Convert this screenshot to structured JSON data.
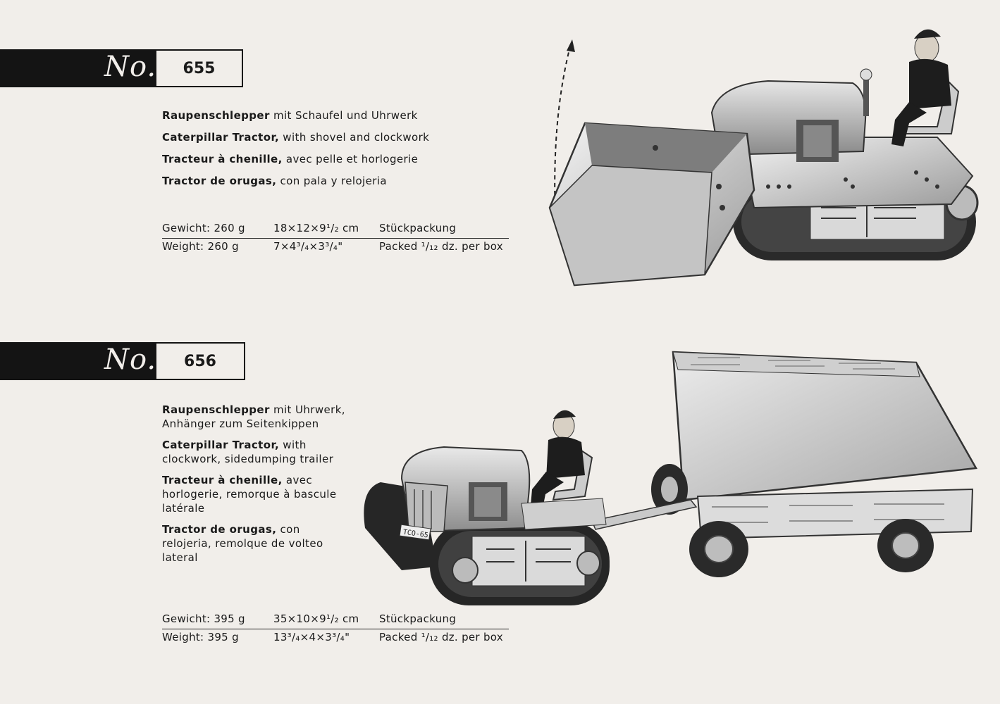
{
  "products": [
    {
      "no_label": "No.",
      "number": "655",
      "descriptions": [
        {
          "bold": "Raupenschlepper",
          "rest": " mit Schaufel und Uhrwerk"
        },
        {
          "bold": "Caterpillar Tractor,",
          "rest": " with shovel and clockwork"
        },
        {
          "bold": "Tracteur à chenille,",
          "rest": " avec pelle et horlogerie"
        },
        {
          "bold": "Tractor de orugas,",
          "rest": " con pala y relojeria"
        }
      ],
      "spec_de": {
        "weight": "Gewicht: 260 g",
        "dims": "18×12×9¹/₂ cm",
        "pack": "Stückpackung"
      },
      "spec_en": {
        "weight": "Weight:  260 g",
        "dims": "7×4³/₄×3³/₄\"",
        "pack": "Packed ¹/₁₂ dz. per box"
      }
    },
    {
      "no_label": "No.",
      "number": "656",
      "descriptions": [
        {
          "bold": "Raupenschlepper",
          "rest": " mit Uhrwerk, Anhänger zum Seitenkippen"
        },
        {
          "bold": "Caterpillar Tractor,",
          "rest": " with clockwork, sidedumping trailer"
        },
        {
          "bold": "Tracteur à chenille,",
          "rest": " avec horlogerie, remorque à bascule latérale"
        },
        {
          "bold": "Tractor de orugas,",
          "rest": " con relojeria, remolque de volteo lateral"
        }
      ],
      "spec_de": {
        "weight": "Gewicht: 395 g",
        "dims": "35×10×9¹/₂ cm",
        "pack": "Stückpackung"
      },
      "spec_en": {
        "weight": "Weight:  395 g",
        "dims": "13³/₄×4×3³/₄\"",
        "pack": "Packed ¹/₁₂ dz. per box"
      },
      "plate_text": "TCO-65"
    }
  ]
}
